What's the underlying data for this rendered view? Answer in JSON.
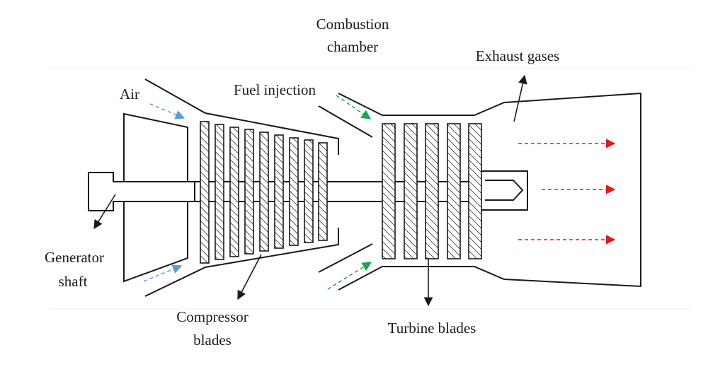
{
  "labels": {
    "combustion_line1": "Combustion",
    "combustion_line2": "chamber",
    "exhaust": "Exhaust gases",
    "fuel": "Fuel injection",
    "air": "Air",
    "generator_line1": "Generator",
    "generator_line2": "shaft",
    "compressor_line1": "Compressor",
    "compressor_line2": "blades",
    "turbine": "Turbine blades"
  },
  "colors": {
    "air_flow": "#5b9bd5",
    "fuel_flow": "#1aa64a",
    "exhaust_flow": "#e31a1c",
    "outline": "#1a1a1a"
  }
}
